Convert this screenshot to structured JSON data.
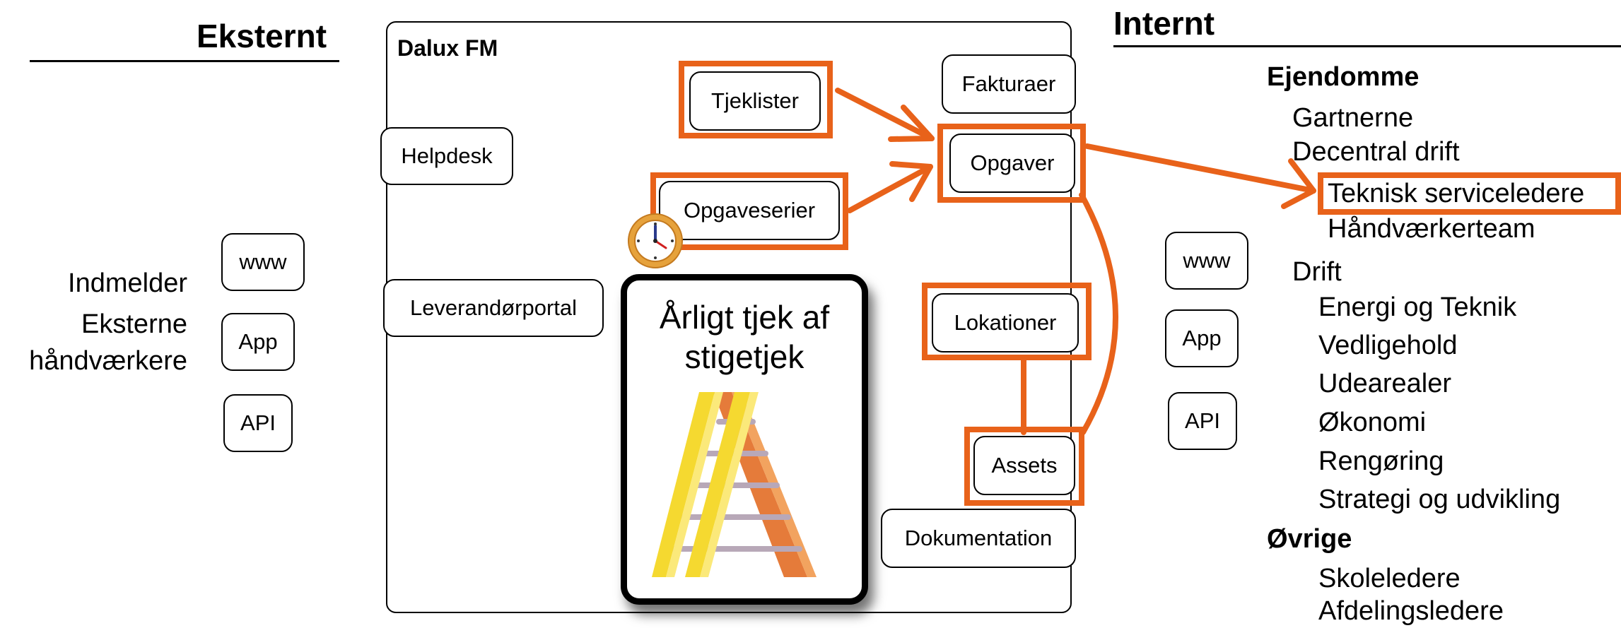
{
  "left": {
    "heading": "Eksternt",
    "labels": [
      "Indmelder",
      "Eksterne",
      "håndværkere"
    ],
    "channels": [
      "www",
      "App",
      "API"
    ]
  },
  "dalux": {
    "title": "Dalux FM",
    "boxes": {
      "tjeklister": "Tjeklister",
      "fakturaer": "Fakturaer",
      "helpdesk": "Helpdesk",
      "opgaver": "Opgaver",
      "opgaveserier": "Opgaveserier",
      "leverandorportal": "Leverandørportal",
      "lokationer": "Lokationer",
      "assets": "Assets",
      "dokumentation": "Dokumentation"
    },
    "card_title": "Årligt tjek af\nstigetjek"
  },
  "right": {
    "heading": "Internt",
    "channels": [
      "www",
      "App",
      "API"
    ],
    "groups": {
      "ejendomme": "Ejendomme",
      "gartnerne": "Gartnerne",
      "decentral": "Decentral drift",
      "teknisk": "Teknisk serviceledere",
      "haandvaerk": "Håndværkerteam",
      "drift": "Drift",
      "drift_items": [
        "Energi og Teknik",
        "Vedligehold",
        "Udearealer",
        "Økonomi",
        "Rengøring",
        "Strategi og udvikling"
      ],
      "ovrige": "Øvrige",
      "ovrige_items": [
        "Skoleledere",
        "Afdelingsledere"
      ]
    }
  },
  "colors": {
    "accent": "#e8621a",
    "line": "#000000"
  }
}
